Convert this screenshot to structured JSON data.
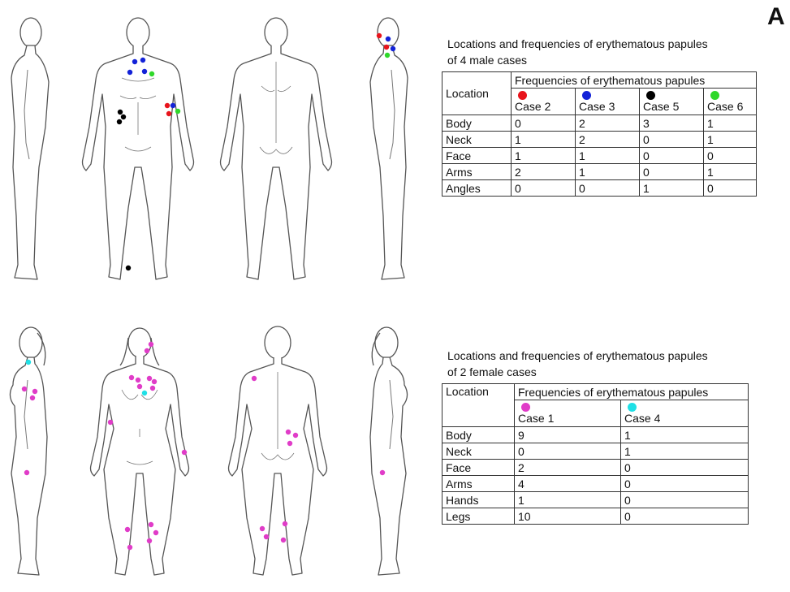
{
  "panel_label": "A",
  "male": {
    "caption_line1": "Locations and frequencies of erythematous  papules",
    "caption_line2": "of 4 male cases",
    "location_header": "Location",
    "freq_header": "Frequencies of erythematous  papules",
    "cases": [
      {
        "label": "Case 2",
        "color": "#e8141c"
      },
      {
        "label": "Case 3",
        "color": "#1322d8"
      },
      {
        "label": "Case 5",
        "color": "#000000"
      },
      {
        "label": "Case 6",
        "color": "#2fd82a"
      }
    ],
    "rows": [
      {
        "location": "Body",
        "values": [
          "0",
          "2",
          "3",
          "1"
        ]
      },
      {
        "location": "Neck",
        "values": [
          "1",
          "2",
          "0",
          "1"
        ]
      },
      {
        "location": "Face",
        "values": [
          "1",
          "1",
          "0",
          "0"
        ]
      },
      {
        "location": "Arms",
        "values": [
          "2",
          "1",
          "0",
          "1"
        ]
      },
      {
        "location": "Angles",
        "values": [
          "0",
          "0",
          "1",
          "0"
        ]
      }
    ]
  },
  "female": {
    "caption_line1": "Locations and frequencies of erythematous  papules",
    "caption_line2": "of 2 female cases",
    "location_header": "Location",
    "freq_header": "Frequencies of erythematous  papules",
    "cases": [
      {
        "label": "Case 1",
        "color": "#e03cc8"
      },
      {
        "label": "Case 4",
        "color": "#1fe0e6"
      }
    ],
    "rows": [
      {
        "location": "Body",
        "values": [
          "9",
          "1"
        ]
      },
      {
        "location": "Neck",
        "values": [
          "0",
          "1"
        ]
      },
      {
        "location": "Face",
        "values": [
          "2",
          "0"
        ]
      },
      {
        "location": "Arms",
        "values": [
          "4",
          "0"
        ]
      },
      {
        "location": "Hands",
        "values": [
          "1",
          "0"
        ]
      },
      {
        "location": "Legs",
        "values": [
          "10",
          "0"
        ]
      }
    ]
  }
}
